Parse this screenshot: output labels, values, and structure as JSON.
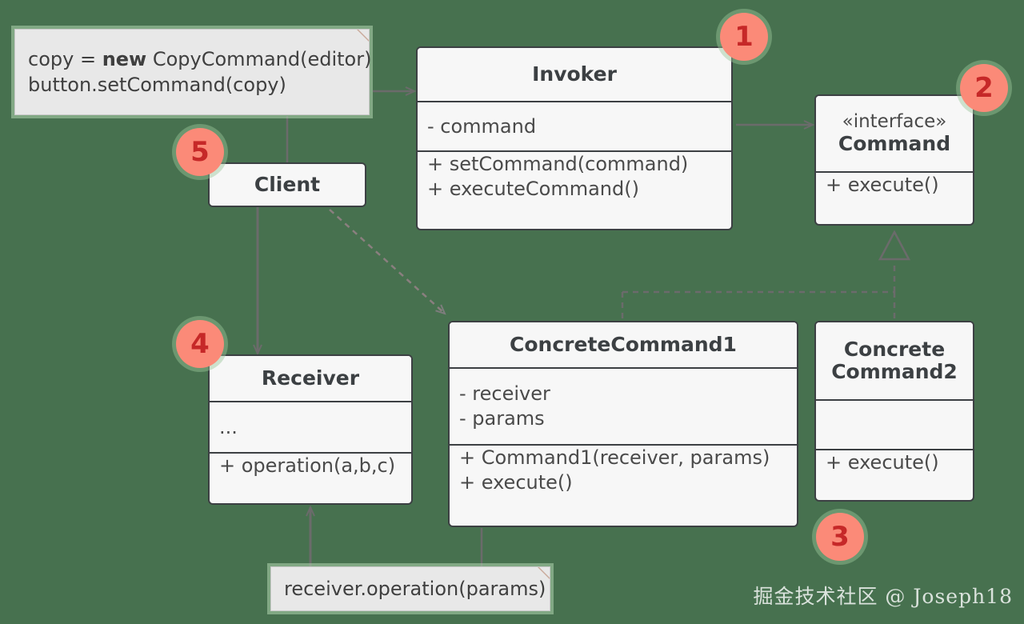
{
  "diagram": {
    "title": "Command Pattern UML Class Diagram",
    "background_color": "#47714f",
    "box_fill": "#f7f7f7",
    "box_border": "#3c4043",
    "note_fill": "#e8e8e8",
    "badge_fill": "#fb8a78",
    "badge_text_color": "#c62828",
    "connector_color": "#6b6b6b"
  },
  "notes": [
    {
      "id": "client-code-note",
      "lines": [
        {
          "pre": "copy = ",
          "bold": "new",
          "post": " CopyCommand(editor)"
        },
        {
          "pre": "button.setCommand(copy)",
          "bold": "",
          "post": ""
        }
      ]
    },
    {
      "id": "receiver-call-note",
      "text": "receiver.operation(params)"
    }
  ],
  "classes": {
    "invoker": {
      "name": "Invoker",
      "attributes": [
        "- command"
      ],
      "methods": [
        "+ setCommand(command)",
        "+ executeCommand()"
      ]
    },
    "command": {
      "stereotype": "«interface»",
      "name": "Command",
      "methods": [
        "+ execute()"
      ]
    },
    "client": {
      "name": "Client"
    },
    "receiver": {
      "name": "Receiver",
      "attributes": [
        "..."
      ],
      "methods": [
        "+ operation(a,b,c)"
      ]
    },
    "concrete_command_1": {
      "name": "ConcreteCommand1",
      "attributes": [
        "- receiver",
        "- params"
      ],
      "methods": [
        "+ Command1(receiver, params)",
        "+ execute()"
      ]
    },
    "concrete_command_2": {
      "name_line_1": "Concrete",
      "name_line_2": "Command2",
      "attributes": [],
      "methods": [
        "+ execute()"
      ]
    }
  },
  "badges": [
    {
      "number": "1",
      "target": "invoker"
    },
    {
      "number": "2",
      "target": "command"
    },
    {
      "number": "3",
      "target": "concrete-command-2"
    },
    {
      "number": "4",
      "target": "receiver"
    },
    {
      "number": "5",
      "target": "client"
    }
  ],
  "watermark": {
    "text": "掘金技术社区 @ Joseph18"
  }
}
